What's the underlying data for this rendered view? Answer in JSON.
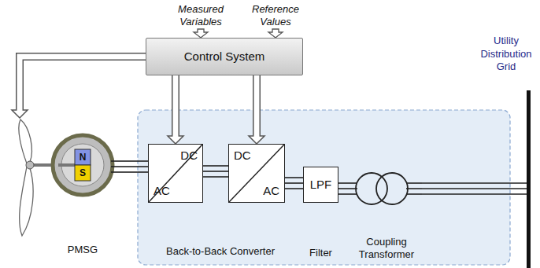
{
  "diagram": {
    "nodes": [
      {
        "text": [
          "Control System"
        ]
      },
      {
        "text": [
          "N",
          "S",
          "PMSG"
        ]
      },
      {
        "text": [
          "DC",
          "AC"
        ]
      },
      {
        "text": [
          "DC",
          "AC"
        ]
      },
      {
        "text": [
          "LPF",
          "Filter"
        ]
      },
      {
        "text": [
          "Coupling Transformer"
        ]
      },
      {
        "text": [
          "Utility Distribution Grid"
        ]
      }
    ],
    "edges": [
      {
        "from": 0,
        "to": 1,
        "arrow": "to"
      },
      {
        "from": 0,
        "to": 2,
        "arrow": "to"
      },
      {
        "from": 0,
        "to": 3,
        "arrow": "to"
      },
      {
        "from": 1,
        "to": 2,
        "arrow": "none"
      },
      {
        "from": 2,
        "to": 3,
        "arrow": "none"
      },
      {
        "from": 3,
        "to": 4,
        "arrow": "none"
      },
      {
        "from": 4,
        "to": 5,
        "arrow": "none"
      },
      {
        "from": 5,
        "to": 6,
        "arrow": "none"
      }
    ],
    "labels": [
      "Measured Variables",
      "Reference Values",
      "Back-to-Back Converter"
    ]
  }
}
